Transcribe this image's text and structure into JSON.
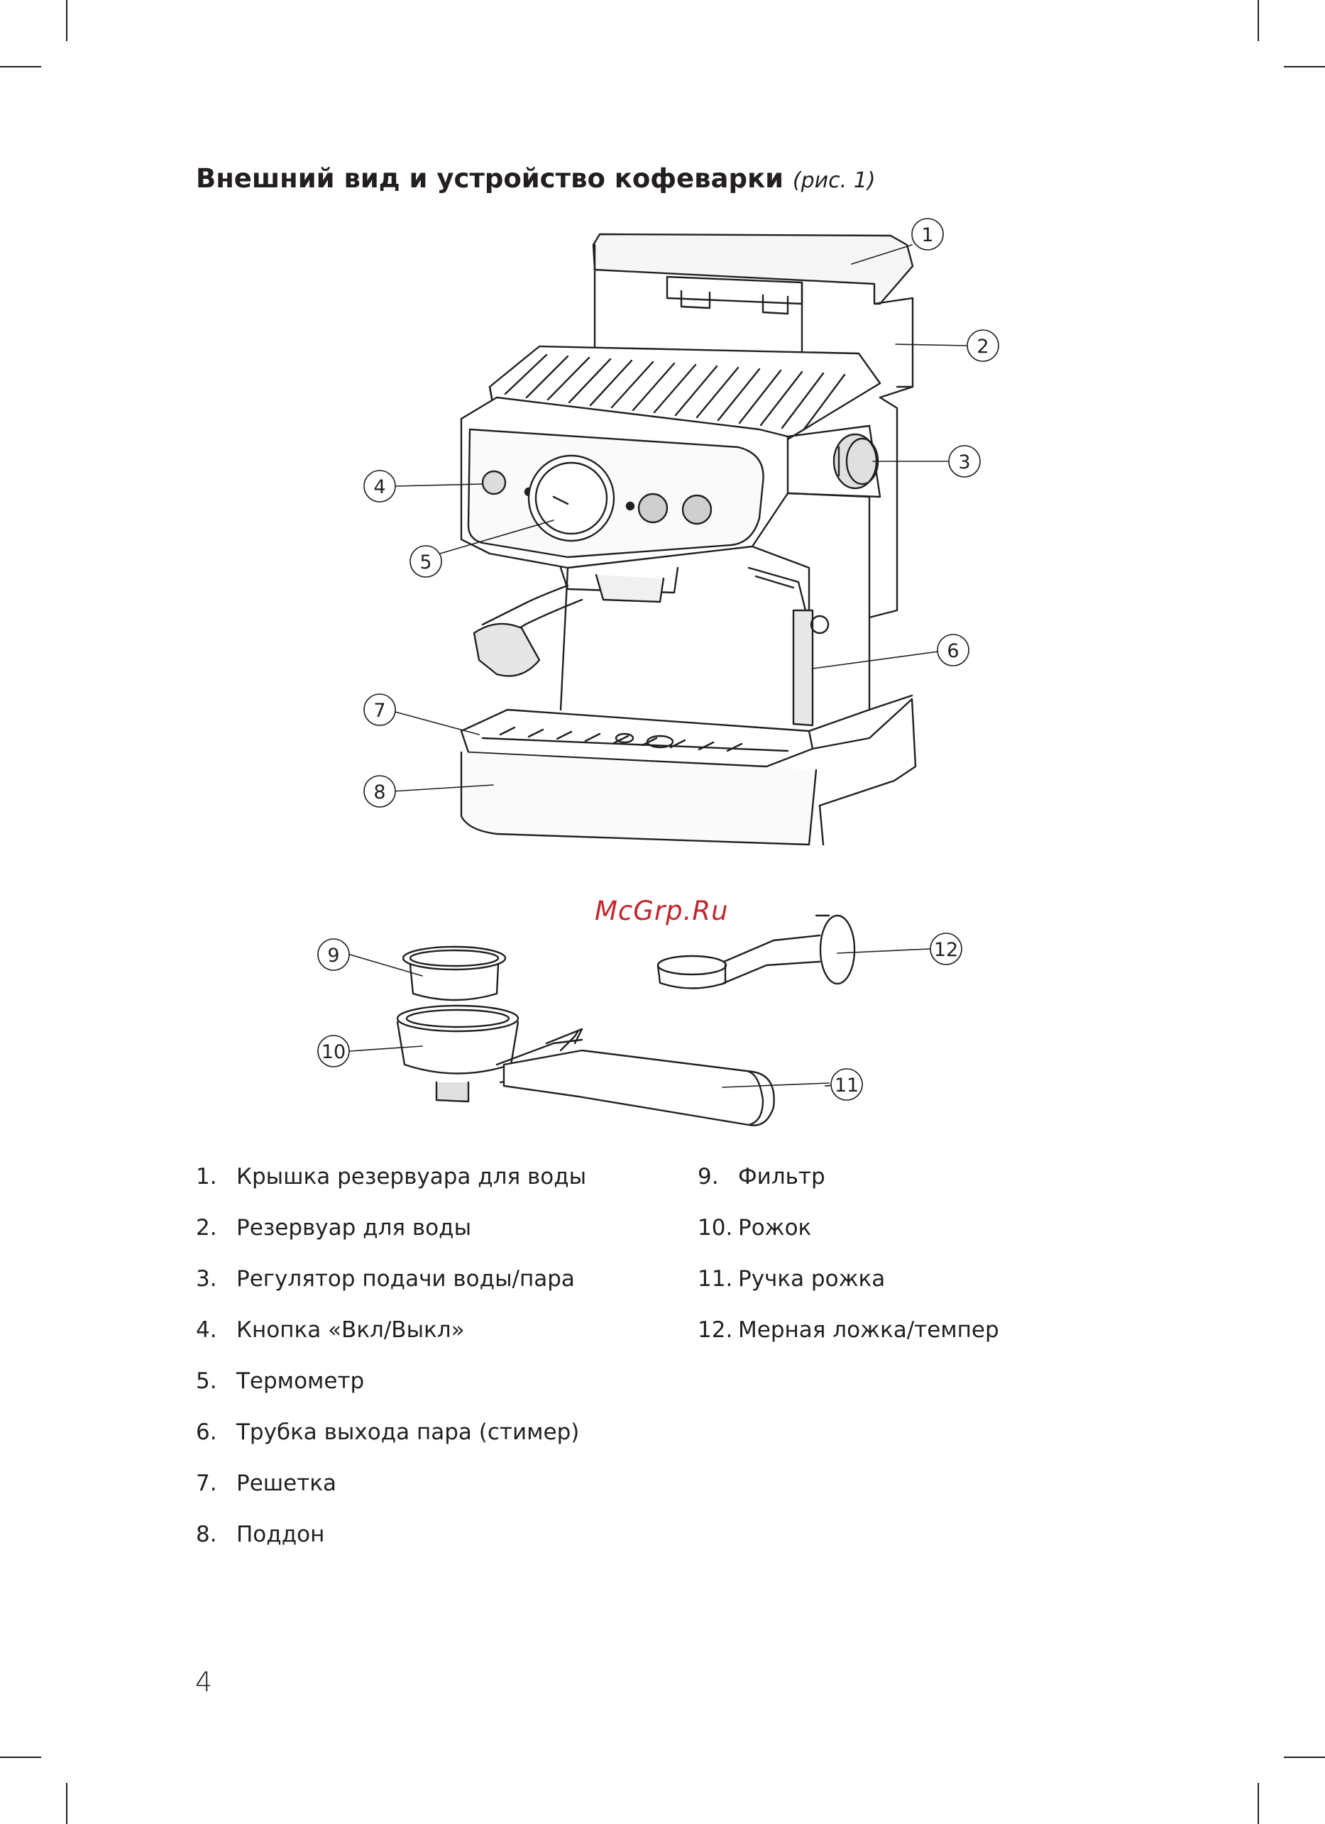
{
  "heading": {
    "title": "Внешний вид и устройство кофеварки",
    "figure_ref": "(рис. 1)"
  },
  "watermark": "McGrp.Ru",
  "callouts": [
    "1",
    "2",
    "3",
    "4",
    "5",
    "6",
    "7",
    "8",
    "9",
    "10",
    "11",
    "12"
  ],
  "parts_left": [
    {
      "num": "1.",
      "label": "Крышка резервуара для воды"
    },
    {
      "num": "2.",
      "label": "Резервуар для воды"
    },
    {
      "num": "3.",
      "label": "Регулятор подачи воды/пара"
    },
    {
      "num": "4.",
      "label": "Кнопка «Вкл/Выкл»"
    },
    {
      "num": "5.",
      "label": "Термометр"
    },
    {
      "num": "6.",
      "label": "Трубка выхода пара (стимер)"
    },
    {
      "num": "7.",
      "label": "Решетка"
    },
    {
      "num": "8.",
      "label": "Поддон"
    }
  ],
  "parts_right": [
    {
      "num": "9.",
      "label": "Фильтр"
    },
    {
      "num": "10.",
      "label": "Рожок"
    },
    {
      "num": "11.",
      "label": "Ручка рожка"
    },
    {
      "num": "12.",
      "label": "Мерная ложка/темпер"
    }
  ],
  "page_number": "4"
}
